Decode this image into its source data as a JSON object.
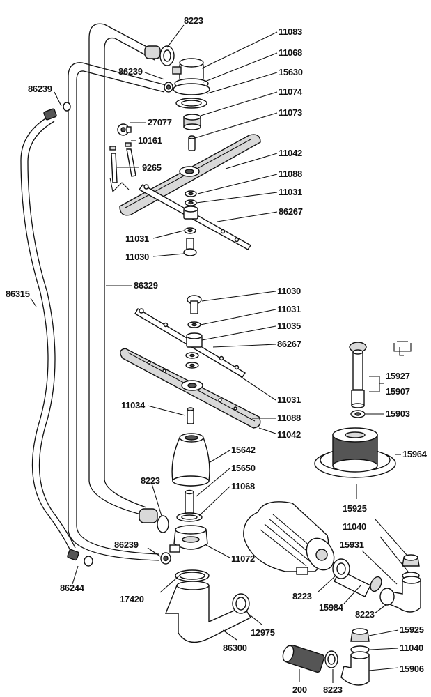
{
  "labels": {
    "p8223_top": "8223",
    "p11083": "11083",
    "p11068_top": "11068",
    "p86239_top": "86239",
    "p15630": "15630",
    "p86239_left": "86239",
    "p11074": "11074",
    "p11073": "11073",
    "p27077": "27077",
    "p10161": "10161",
    "p11042_top": "11042",
    "p9265": "9265",
    "p11088_top": "11088",
    "p11031_a": "11031",
    "p86267_top": "86267",
    "p11031_b": "11031",
    "p11030_top": "11030",
    "p86315": "86315",
    "p86329": "86329",
    "p11030_mid": "11030",
    "p11031_c": "11031",
    "p11035": "11035",
    "p86267_mid": "86267",
    "p15927": "15927",
    "p15907": "15907",
    "p11031_d": "11031",
    "p11034": "11034",
    "p15903": "15903",
    "p11088_mid": "11088",
    "p11042_mid": "11042",
    "p15964": "15964",
    "p15642": "15642",
    "p15650": "15650",
    "p8223_mid": "8223",
    "p11068_mid": "11068",
    "p15925_a": "15925",
    "p11040_a": "11040",
    "p15931": "15931",
    "p86239_bot": "86239",
    "p11072": "11072",
    "p86244": "86244",
    "p17420": "17420",
    "p8223_right": "8223",
    "p15984": "15984",
    "p8223_right2": "8223",
    "p12975": "12975",
    "p15925_b": "15925",
    "p86300": "86300",
    "p11040_b": "11040",
    "p15906": "15906",
    "p200": "200",
    "p8223_bot": "8223"
  }
}
